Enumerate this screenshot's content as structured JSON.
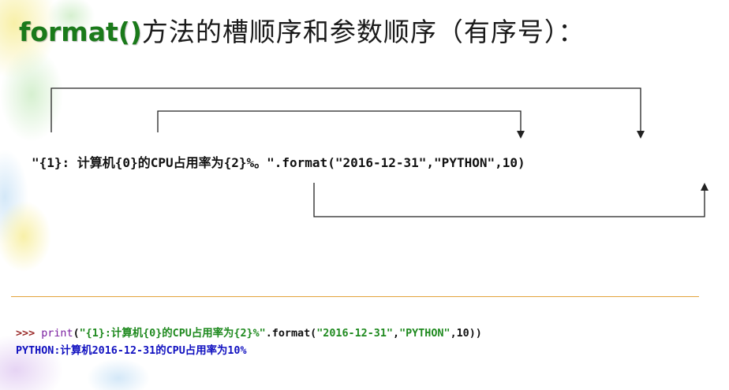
{
  "slide": {
    "title_code": "format()",
    "title_text": "方法的槽顺序和参数顺序（有序号）："
  },
  "example": {
    "code_line": "\"{1}: 计算机{0}的CPU占用率为{2}%。\".format(\"2016-12-31\",\"PYTHON\",10)"
  },
  "shell": {
    "prompt": ">>> ",
    "print_kw": "print",
    "open_paren": "(",
    "template_string": "\"{1}:计算机{0}的CPU占用率为{2}%\"",
    "format_call": ".format(",
    "arg1": "\"2016-12-31\"",
    "comma1": ",",
    "arg2": "\"PYTHON\"",
    "tail": ",10))",
    "output": "PYTHON:计算机2016-12-31的CPU占用率为10%"
  },
  "colors": {
    "title_accent": "#1a7a1a",
    "separator": "#e3a33c",
    "output_text": "#1010c0"
  }
}
